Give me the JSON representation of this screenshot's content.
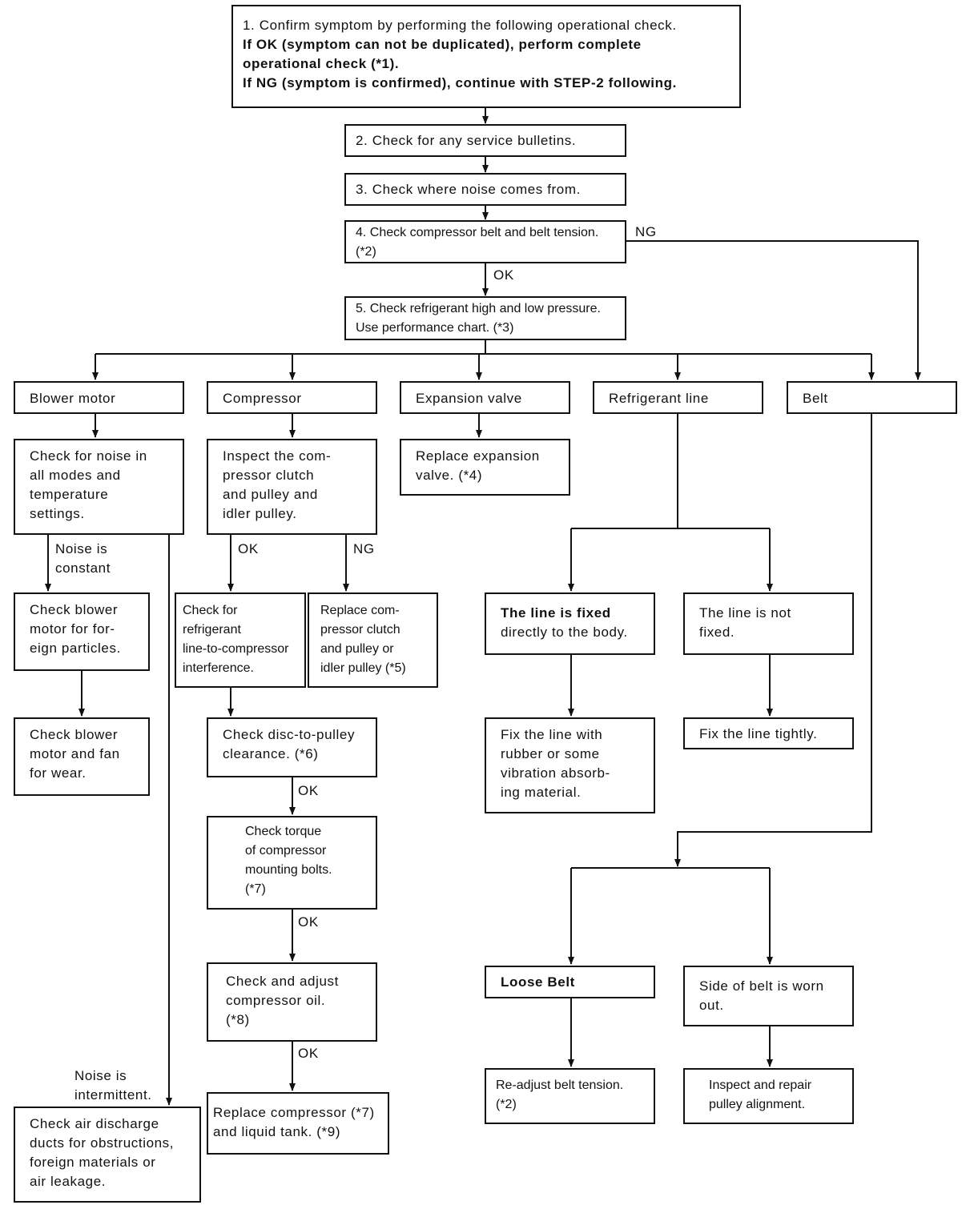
{
  "steps": {
    "s1": [
      "1. Confirm symptom by performing the following operational check.",
      "If OK (symptom can not be duplicated), perform complete",
      "operational check (*1).",
      "If NG (symptom is confirmed), continue with STEP-2 following."
    ],
    "s2": "2. Check for any service bulletins.",
    "s3": "3. Check where noise comes from.",
    "s4": [
      "4. Check compressor belt and belt tension.",
      "(*2)"
    ],
    "s5": [
      "5. Check refrigerant high and low pressure.",
      "Use performance chart. (*3)"
    ]
  },
  "categories": {
    "blower": "Blower motor",
    "compressor": "Compressor",
    "expansion": "Expansion valve",
    "refline": "Refrigerant line",
    "belt": "Belt"
  },
  "blower": {
    "check_noise": [
      "Check for noise in",
      "all modes and",
      "temperature",
      "settings."
    ],
    "constant": [
      "Noise is",
      "constant"
    ],
    "foreign": [
      "Check blower",
      "motor for for-",
      "eign particles."
    ],
    "wear": [
      "Check blower",
      "motor and fan",
      "for wear."
    ],
    "intermittent": [
      "Noise is",
      "intermittent."
    ],
    "ducts": [
      "Check air discharge",
      "ducts for obstructions,",
      "foreign materials or",
      "air leakage."
    ]
  },
  "compressor": {
    "inspect": [
      "Inspect the com-",
      "pressor clutch",
      "and pulley and",
      "idler pulley."
    ],
    "interference": [
      "Check for",
      "refrigerant",
      "line-to-compressor",
      "interference."
    ],
    "replace_clutch": [
      "Replace com-",
      "pressor clutch",
      "and pulley or",
      "idler pulley (*5)"
    ],
    "disc": [
      "Check disc-to-pulley",
      "clearance. (*6)"
    ],
    "torque": [
      "Check torque",
      "of compressor",
      "mounting bolts.",
      "(*7)"
    ],
    "oil": [
      "Check and adjust",
      "compressor oil.",
      "(*8)"
    ],
    "replace_comp": [
      "Replace compressor (*7)",
      "and liquid tank. (*9)"
    ]
  },
  "expansion": {
    "replace": [
      "Replace expansion",
      "valve. (*4)"
    ]
  },
  "refline": {
    "fixed": [
      "The line is fixed",
      "directly to the body."
    ],
    "not_fixed": [
      "The line is not",
      "fixed."
    ],
    "fix_rubber": [
      "Fix the line with",
      "rubber or some",
      "vibration absorb-",
      "ing material."
    ],
    "fix_tight": "Fix the line tightly."
  },
  "belt": {
    "loose": "Loose Belt",
    "worn": [
      "Side of belt is worn",
      "out."
    ],
    "readjust": [
      "Re-adjust belt tension.",
      "(*2)"
    ],
    "pulley": [
      "Inspect and repair",
      "pulley alignment."
    ]
  },
  "labels": {
    "ok": "OK",
    "ng": "NG"
  }
}
